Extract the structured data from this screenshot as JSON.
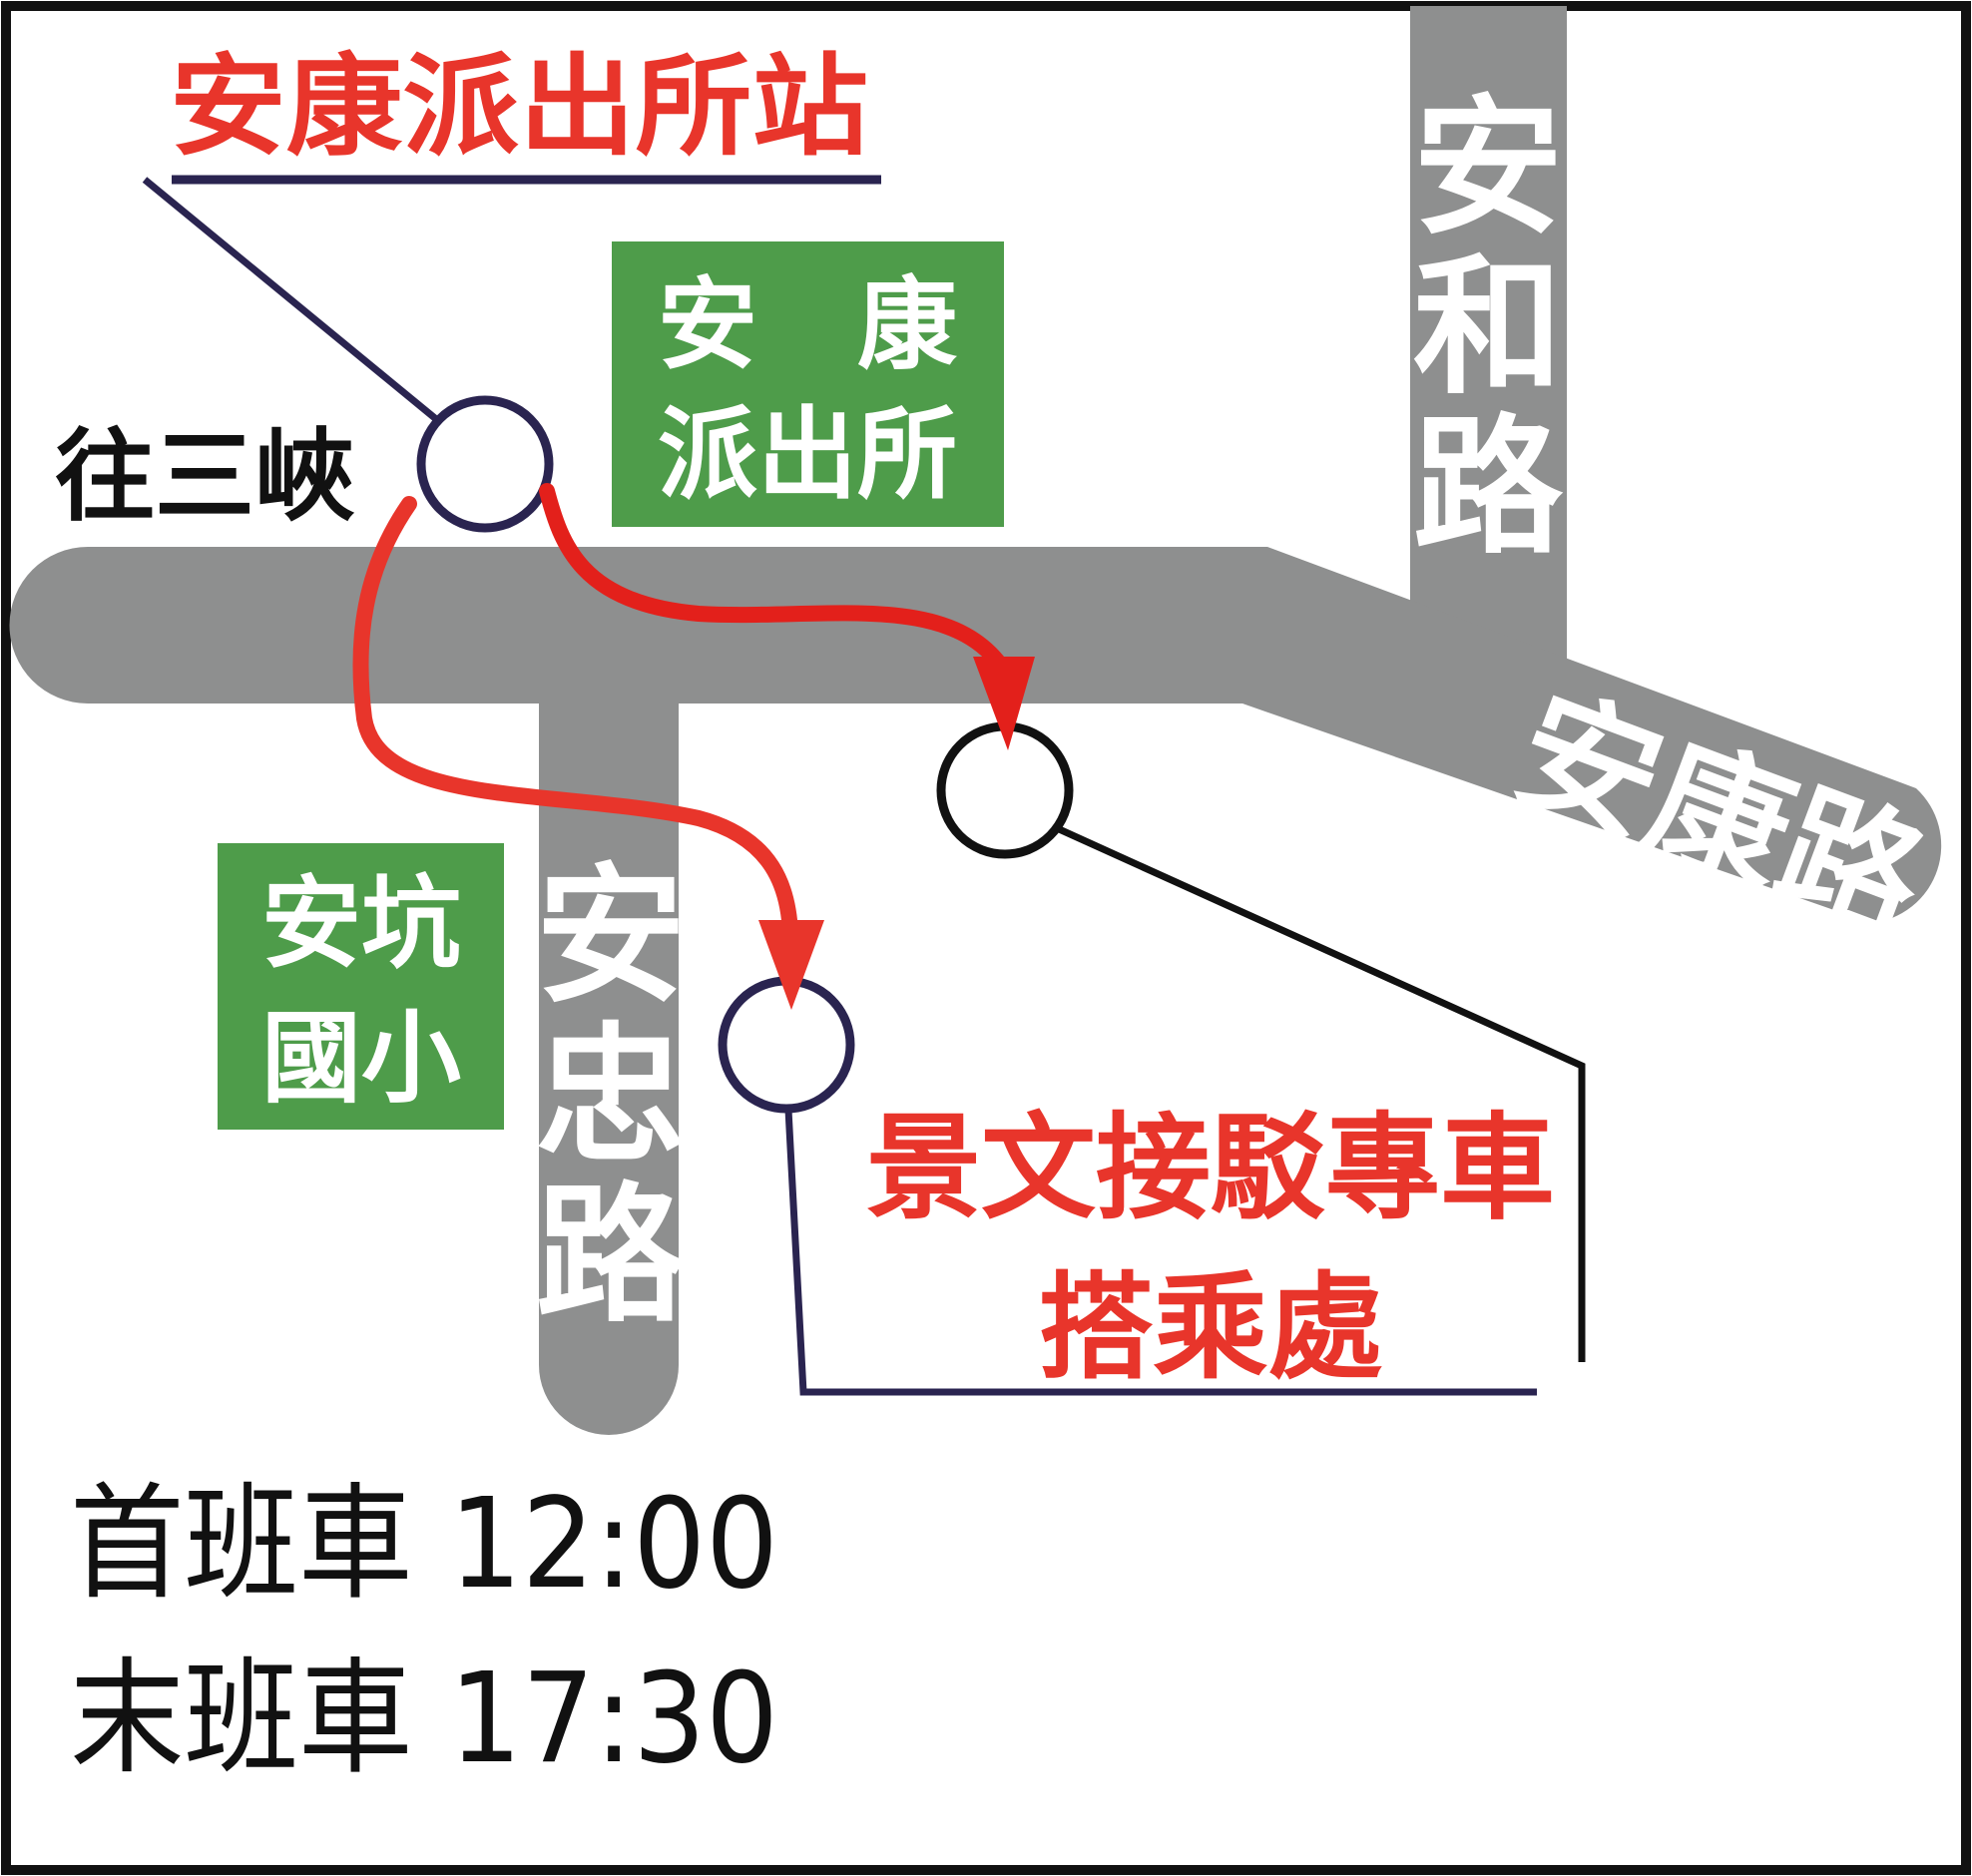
{
  "station": {
    "title": "安康派出所站"
  },
  "direction": {
    "label": "往三峽"
  },
  "landmarks": {
    "police_line1": "安　康",
    "police_line2": "派出所",
    "school_line1": "安坑",
    "school_line2": "國小"
  },
  "roads": {
    "anhe": [
      "安",
      "和",
      "路"
    ],
    "ankang": "安康路",
    "anzhong": [
      "安",
      "忠",
      "路"
    ]
  },
  "pickup": {
    "line1": "景文接駁專車",
    "line2": "搭乘處"
  },
  "schedule": {
    "first": "首班車 12:00",
    "last": "末班車 17:30"
  },
  "colors": {
    "road": "#8e8f8f",
    "landmark": "#4e9c4a",
    "route": "#e3201b",
    "title": "#e8352b",
    "leader_navy": "#2a2450",
    "leader_black": "#111111"
  }
}
